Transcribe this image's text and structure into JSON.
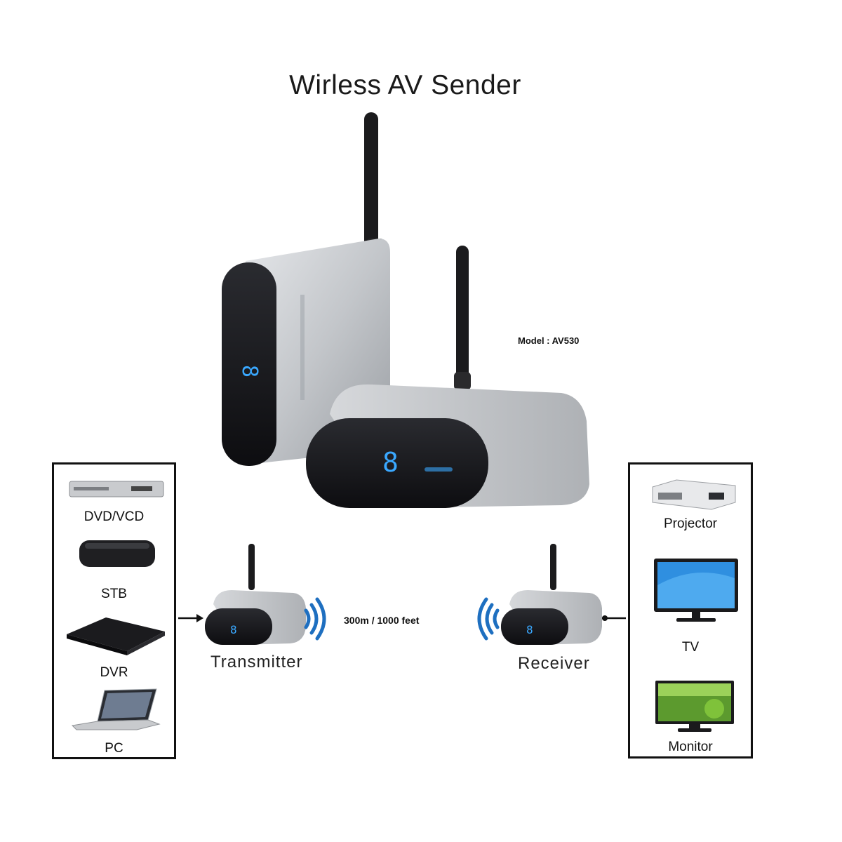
{
  "title": "Wirless AV Sender",
  "model_label": "Model : AV530",
  "display_digit": "8",
  "source_devices": [
    "DVD/VCD",
    "STB",
    "DVR",
    "PC"
  ],
  "output_devices": [
    "Projector",
    "TV",
    "Monitor"
  ],
  "transmitter_label": "Transmitter",
  "receiver_label": "Receiver",
  "distance_label": "300m / 1000 feet",
  "colors": {
    "signal": "#1e6fc0",
    "device_body": "#b9bcc0",
    "device_face": "#141418",
    "led": "#3aa8ff"
  }
}
